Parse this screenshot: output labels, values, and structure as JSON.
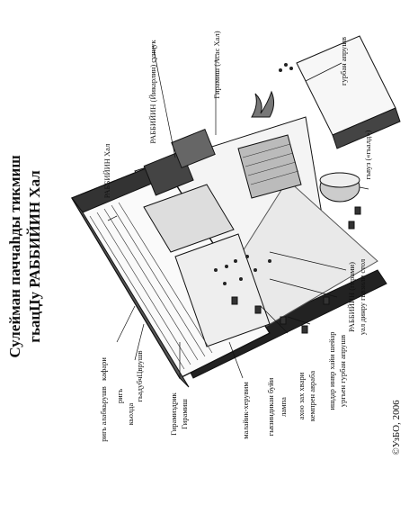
{
  "title": {
    "line1": "Сулейман паччаһды тикмиш",
    "line2": "гьацЏу РАББИЙИН Хал"
  },
  "copyright": "©УзБО, 2006",
  "labels": {
    "gurban_apruush": "гурбан апрушв",
    "giramiis_asas": "Гирамиш (Асас Хал)",
    "rabbiyin_yikar": "РАББИЙИН (Йикарлин) сунцук",
    "rabbiyin_hal": "РАББИЙИН Хал",
    "gyvuz": "гьвуз («гьалд»)",
    "rabbiyin_giramii": "РАББИЙИН (гирами)",
    "ual_dinru": "уал динру гьвзили стол",
    "ishtdar": "ишдар инвр хайи шейар",
    "urgen": "ургьен гурбан апрушв",
    "ahoo": "ахоо зах хвари",
    "kempir": "кемпрен авраба",
    "gyvzindikan": "гьвзиндикан буйи",
    "lampa": "лампа",
    "malaik": "малайик-херувим",
    "giramiiz_line1": "Гирамиздрик",
    "giramiiz_line2": "Гирамиш",
    "rig_alab": "ригь алабкьрушв",
    "kafari": "кафари",
    "rig2": "ригь",
    "kyolda": "кьолда",
    "gyadubch": "гьадубчЦврушв"
  }
}
